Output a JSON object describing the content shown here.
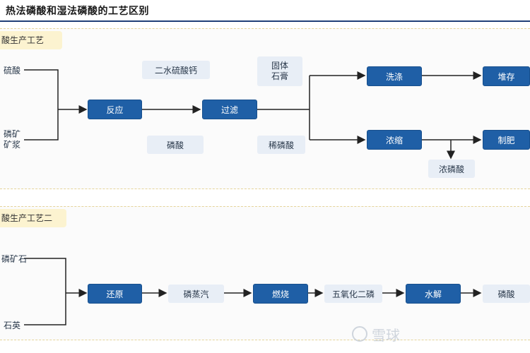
{
  "title": "热法磷酸和湿法磷酸的工艺区别",
  "process_one": {
    "label": "酸生产工艺",
    "inputs": [
      "硫酸",
      "磷矿",
      "矿浆"
    ],
    "reaction": "反应",
    "filter": "过滤",
    "byproducts": {
      "gypsum_top": "二水硫酸钙",
      "phosphoric": "磷酸",
      "solid_gypsum": [
        "固体",
        "石膏"
      ],
      "dilute": "稀磷酸"
    },
    "wash": "洗涤",
    "stack": "堆存",
    "concentrate": "浓缩",
    "make": "制肥",
    "concentrated": "浓磷酸"
  },
  "process_two": {
    "label": "酸生产工艺二",
    "inputs": [
      "磷矿石",
      "石英"
    ],
    "reduce": "还原",
    "vapor": "磷蒸汽",
    "burn": "燃烧",
    "pentoxide": "五氧化二磷",
    "hydrolysis": "水解",
    "product": "磷酸"
  },
  "watermark": "雪球"
}
